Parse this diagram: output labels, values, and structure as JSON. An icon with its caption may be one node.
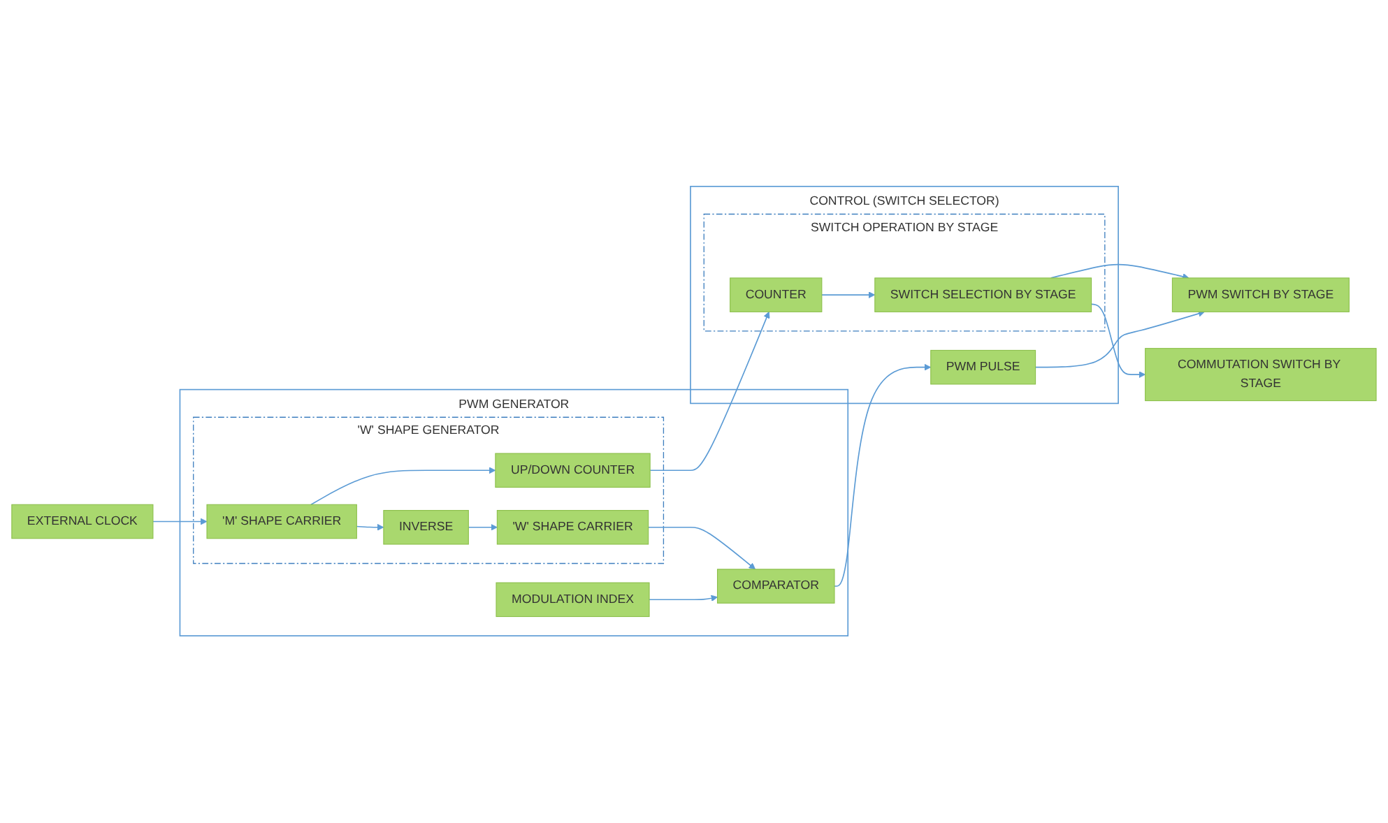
{
  "diagram": {
    "nodes": [
      {
        "text": [
          "EXTERNAL CLOCK"
        ]
      },
      {
        "text": [
          "PWM GENERATOR"
        ]
      },
      {
        "text": [
          "'W' SHAPE GENERATOR"
        ],
        "in": 1
      },
      {
        "text": [
          "'M' SHAPE CARRIER"
        ],
        "in": 2
      },
      {
        "text": [
          "INVERSE"
        ],
        "in": 2
      },
      {
        "text": [
          "'W' SHAPE CARRIER"
        ],
        "in": 2
      },
      {
        "text": [
          "UP/DOWN COUNTER"
        ],
        "in": 2
      },
      {
        "text": [
          "MODULATION INDEX"
        ],
        "in": 1
      },
      {
        "text": [
          "COMPARATOR"
        ],
        "in": 1
      },
      {
        "text": [
          "CONTROL (SWITCH SELECTOR)"
        ]
      },
      {
        "text": [
          "SWITCH OPERATION BY STAGE"
        ],
        "in": 9
      },
      {
        "text": [
          "COUNTER"
        ],
        "in": 10
      },
      {
        "text": [
          "SWITCH SELECTION BY STAGE"
        ],
        "in": 10
      },
      {
        "text": [
          "PWM PULSE"
        ],
        "in": 9
      },
      {
        "text": [
          "COMMUTATION SWITCH BY STAGE"
        ]
      },
      {
        "text": [
          "PWM SWITCH BY STAGE"
        ]
      }
    ],
    "edges": [
      {
        "from": 0,
        "to": 3,
        "arrow": "to"
      },
      {
        "from": 3,
        "to": 4,
        "arrow": "to"
      },
      {
        "from": 4,
        "to": 5,
        "arrow": "to"
      },
      {
        "from": 3,
        "to": 6,
        "arrow": "to"
      },
      {
        "from": 6,
        "to": 11,
        "arrow": "to"
      },
      {
        "from": 11,
        "to": 12,
        "arrow": "to"
      },
      {
        "from": 5,
        "to": 8,
        "arrow": "to"
      },
      {
        "from": 7,
        "to": 8,
        "arrow": "to"
      },
      {
        "from": 8,
        "to": 13,
        "arrow": "to"
      },
      {
        "from": 12,
        "to": 14,
        "arrow": "to"
      },
      {
        "from": 12,
        "to": 15,
        "arrow": "to"
      },
      {
        "from": 13,
        "to": 15,
        "arrow": "to"
      }
    ]
  }
}
